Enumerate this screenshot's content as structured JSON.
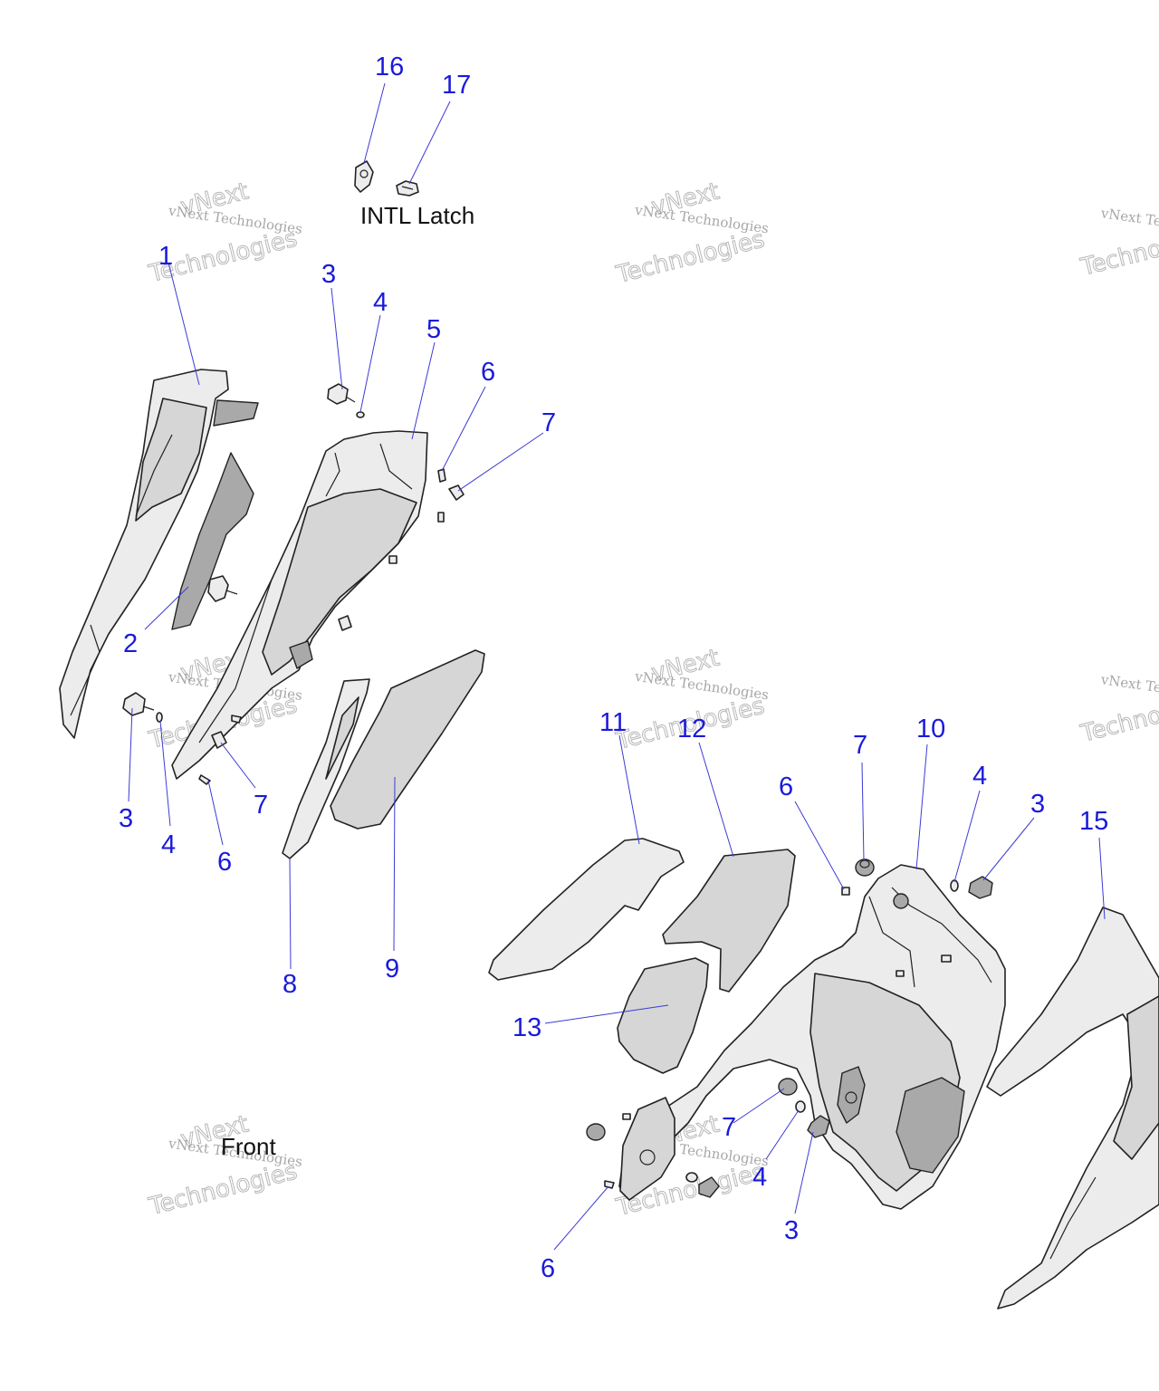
{
  "labels": {
    "intl_latch": "INTL Latch",
    "front": "Front"
  },
  "watermark": {
    "line1": "vNext Technologies",
    "line2": "vNext",
    "line3": "Technologies"
  },
  "callouts": {
    "c16": "16",
    "c17": "17",
    "c1": "1",
    "c2": "2",
    "c3a": "3",
    "c4a": "4",
    "c5": "5",
    "c6a": "6",
    "c7a": "7",
    "c3b": "3",
    "c4b": "4",
    "c6b": "6",
    "c7b": "7",
    "c8": "8",
    "c9": "9",
    "c11": "11",
    "c12": "12",
    "c13": "13",
    "c10": "10",
    "c6c": "6",
    "c7c": "7",
    "c4c": "4",
    "c3c": "3",
    "c15": "15",
    "c7d": "7",
    "c4d": "4",
    "c3d": "3",
    "c6d": "6"
  },
  "colors": {
    "callout": "#1a1adc",
    "leader": "#3b3bd6",
    "part_fill": "#d6d6d6",
    "outline": "#222222"
  }
}
